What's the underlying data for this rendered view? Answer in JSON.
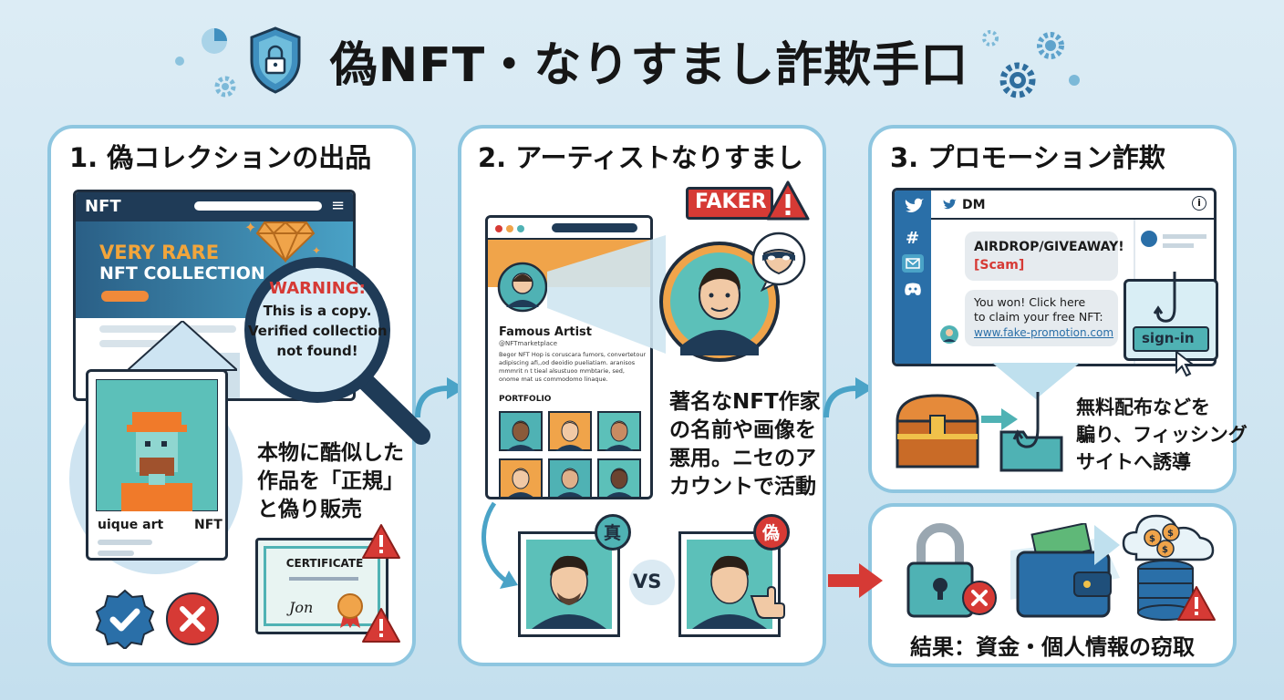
{
  "title": "偽NFT・なりすまし詐欺手口",
  "panel1": {
    "title": "1. 偽コレクションの出品",
    "browser_label": "NFT",
    "banner_line1": "VERY RARE",
    "banner_line2": "NFT COLLECTION",
    "warning_title": "WARNING:",
    "warning_body": "This is a copy.\nVerified collection\nnot found!",
    "card_left": "uique art",
    "card_right": "NFT",
    "description": "本物に酷似した\n作品を「正規」\nと偽り販売",
    "certificate_label": "CERTIFICATE",
    "signature": "Jon"
  },
  "panel2": {
    "title": "2. アーティストなりすまし",
    "faker_label": "FAKER",
    "profile_name": "Famous Artist",
    "profile_handle": "@NFTmarketplace",
    "profile_bio": "Begor NFT Hop is coruscara fumors, convertetour\nadipiscing afi,,od deoidio pueliatiam. aranisos\nmmmrit n t tieal alsustuoo mmbtarie, sed,\nonome mat us commodomo linaque.",
    "portfolio_label": "PORTFOLIO",
    "description": "著名なNFT作家\nの名前や画像を\n悪用。ニセのア\nカウントで活動",
    "real_badge": "真",
    "fake_badge": "偽",
    "vs_label": "VS"
  },
  "panel3": {
    "title": "3. プロモーション詐欺",
    "dm_label": "DM",
    "msg1_line1": "AIRDROP/GIVEAWAY!",
    "msg1_line2": "[Scam]",
    "msg2_body": "You won! Click here\nto claim your free NFT:",
    "msg2_link": "www.fake-promotion.com",
    "signin_label": "sign-in",
    "description": "無料配布などを\n騙り、フィッシング\nサイトへ誘導"
  },
  "panel4": {
    "result": "結果：資金・個人情報の窃取"
  },
  "colors": {
    "accent_blue": "#2a6fa8",
    "panel_border": "#8ec6e0",
    "warning_red": "#d63a35",
    "orange": "#f0a44a",
    "teal": "#4fb2b4"
  }
}
